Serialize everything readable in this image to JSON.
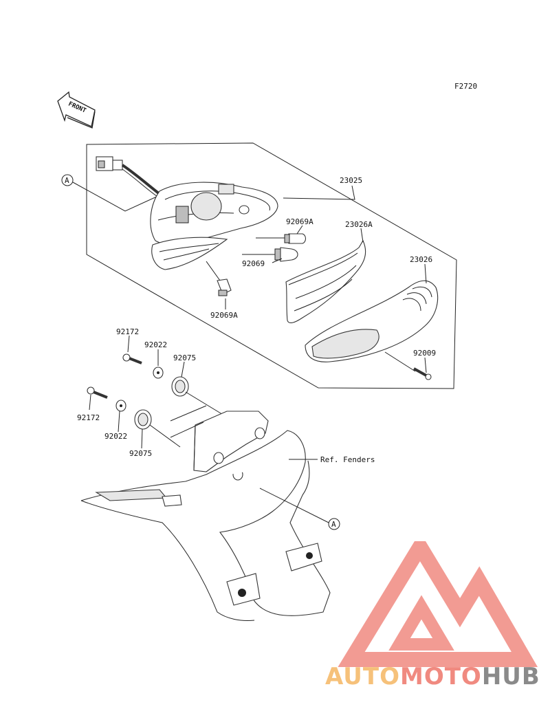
{
  "figure_code": "F2720",
  "front_label": "FRONT",
  "callout_a": "A",
  "parts": {
    "p23025_assy": "23025",
    "p92069a_upper": "92069A",
    "p23026a": "23026A",
    "p23026": "23026",
    "p92069": "92069",
    "p92069a_lower": "92069A",
    "p92009": "92009",
    "p92172_upper": "92172",
    "p92022_upper": "92022",
    "p92075_upper": "92075",
    "p92172_lower": "92172",
    "p92022_lower": "92022",
    "p92075_lower": "92075"
  },
  "ref_fenders": "Ref. Fenders",
  "watermark": {
    "word1": "AUTO",
    "word2": "MOTO",
    "word3": "HUB"
  },
  "colors": {
    "logo_red": "#f08a80",
    "logo_orange": "#f6c17a",
    "logo_gray": "#8a8a8a"
  }
}
